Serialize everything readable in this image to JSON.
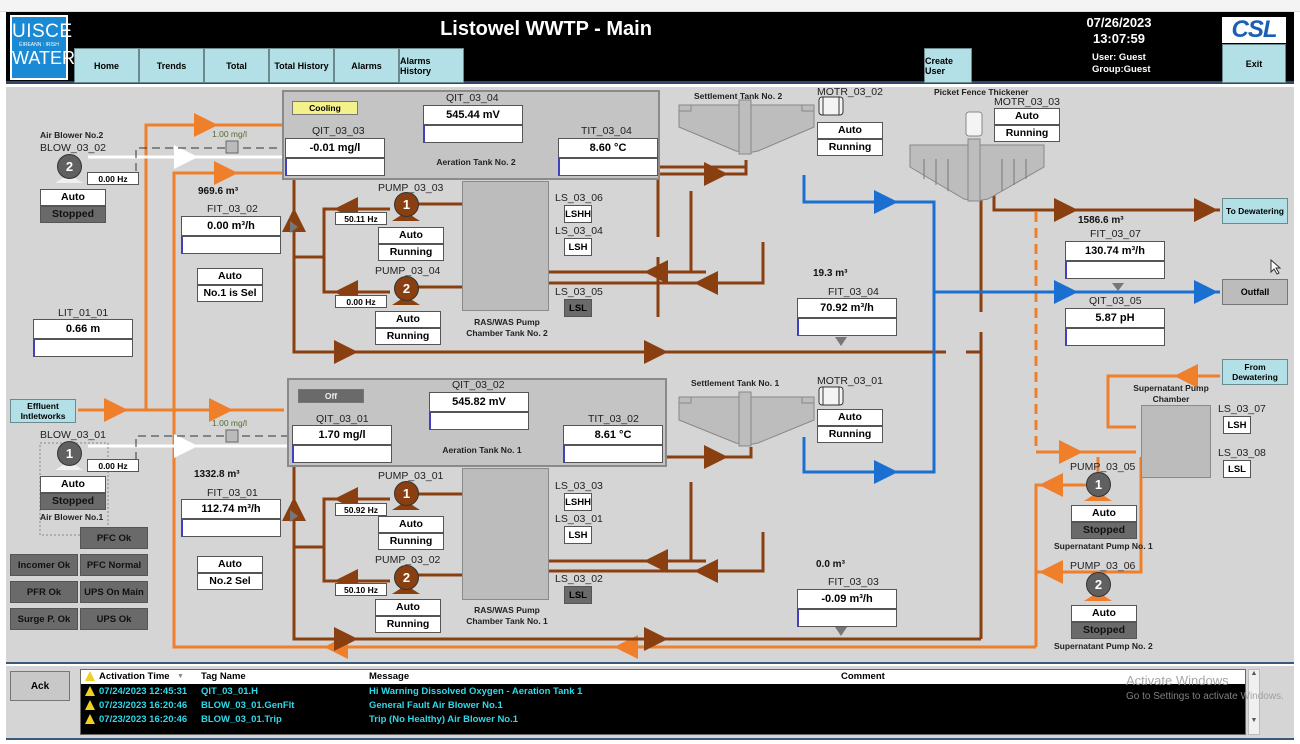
{
  "header": {
    "logo": {
      "line1": "UISCE",
      "line2": "ÉIREANN : IRISH",
      "line3": "WATER"
    },
    "title": "Listowel WWTP - Main",
    "nav": [
      "Home",
      "Trends",
      "Total",
      "Total History",
      "Alarms",
      "Alarms History"
    ],
    "create_user": "Create User",
    "date": "07/26/2023",
    "time": "13:07:59",
    "user": "User: Guest",
    "group": "Group:Guest",
    "brand": "CSL",
    "exit": "Exit"
  },
  "colors": {
    "sludge_pipe": "#8a3f10",
    "effluent_pipe": "#f07f2c",
    "treated_pipe": "#1a6fd0",
    "link_button": "#b3e0e6",
    "alarm_text": "#2fd8e8",
    "background": "#d5d5d5"
  },
  "blowers": {
    "blow2": {
      "title": "Air Blower No.2",
      "tag": "BLOW_03_02",
      "number": "2",
      "speed": "0.00 Hz",
      "mode": "Auto",
      "state": "Stopped",
      "do_setpoint": "1.00 mg/l"
    },
    "blow1": {
      "title": "Air Blower No.1",
      "tag": "BLOW_03_01",
      "number": "1",
      "speed": "0.00 Hz",
      "mode": "Auto",
      "state": "Stopped",
      "do_setpoint": "1.00 mg/l"
    }
  },
  "level": {
    "tag": "LIT_01_01",
    "value": "0.66 m"
  },
  "effluent_button": "Effluent Intletworks",
  "flow_in": {
    "fit2": {
      "total": "969.6 m³",
      "tag": "FIT_03_02",
      "value": "0.00 m³/h",
      "mode": "Auto",
      "sel": "No.1 is Sel"
    },
    "fit1": {
      "total": "1332.8 m³",
      "tag": "FIT_03_01",
      "value": "112.74 m³/h",
      "mode": "Auto",
      "sel": "No.2 Sel"
    }
  },
  "aeration2": {
    "name": "Aeration Tank No. 2",
    "status": "Cooling",
    "do": {
      "tag": "QIT_03_03",
      "value": "-0.01 mg/l"
    },
    "orp": {
      "tag": "QIT_03_04",
      "value": "545.44 mV"
    },
    "temp": {
      "tag": "TIT_03_04",
      "value": "8.60 °C"
    }
  },
  "aeration1": {
    "name": "Aeration Tank No. 1",
    "status": "Off",
    "do": {
      "tag": "QIT_03_01",
      "value": "1.70 mg/l"
    },
    "orp": {
      "tag": "QIT_03_02",
      "value": "545.82 mV"
    },
    "temp": {
      "tag": "TIT_03_02",
      "value": "8.61 °C"
    }
  },
  "ras2": {
    "name": "RAS/WAS Pump Chamber Tank No. 2",
    "pumpA": {
      "tag": "PUMP_03_03",
      "number": "1",
      "speed": "50.11 Hz",
      "mode": "Auto",
      "state": "Running"
    },
    "pumpB": {
      "tag": "PUMP_03_04",
      "number": "2",
      "speed": "0.00 Hz",
      "mode": "Auto",
      "state": "Running"
    },
    "ls_hh": {
      "tag": "LS_03_06",
      "value": "LSHH"
    },
    "ls_h": {
      "tag": "LS_03_04",
      "value": "LSH"
    },
    "ls_l": {
      "tag": "LS_03_05",
      "value": "LSL"
    }
  },
  "ras1": {
    "name": "RAS/WAS Pump Chamber Tank No. 1",
    "pumpA": {
      "tag": "PUMP_03_01",
      "number": "1",
      "speed": "50.92 Hz",
      "mode": "Auto",
      "state": "Running"
    },
    "pumpB": {
      "tag": "PUMP_03_02",
      "number": "2",
      "speed": "50.10 Hz",
      "mode": "Auto",
      "state": "Running"
    },
    "ls_hh": {
      "tag": "LS_03_03",
      "value": "LSHH"
    },
    "ls_h": {
      "tag": "LS_03_01",
      "value": "LSH"
    },
    "ls_l": {
      "tag": "LS_03_02",
      "value": "LSL"
    }
  },
  "settle2": {
    "name": "Settlement Tank No. 2",
    "motor": "MOTR_03_02",
    "mode": "Auto",
    "state": "Running"
  },
  "settle1": {
    "name": "Settlement Tank No. 1",
    "motor": "MOTR_03_01",
    "mode": "Auto",
    "state": "Running"
  },
  "thickener": {
    "name": "Picket Fence Thickener",
    "motor": "MOTR_03_03",
    "mode": "Auto",
    "state": "Running"
  },
  "fit4": {
    "total": "19.3 m³",
    "tag": "FIT_03_04",
    "value": "70.92 m³/h"
  },
  "fit3": {
    "total": "0.0 m³",
    "tag": "FIT_03_03",
    "value": "-0.09 m³/h"
  },
  "fit7": {
    "total": "1586.6 m³",
    "tag": "FIT_03_07",
    "value": "130.74 m³/h"
  },
  "ph": {
    "tag": "QIT_03_05",
    "value": "5.87 pH"
  },
  "links": {
    "to_dewatering": "To Dewatering",
    "outfall": "Outfall",
    "from_dewatering": "From Dewatering"
  },
  "supernatant": {
    "chamber": "Supernatant Pump Chamber",
    "ls_h": {
      "tag": "LS_03_07",
      "value": "LSH"
    },
    "ls_l": {
      "tag": "LS_03_08",
      "value": "LSL"
    },
    "pump1": {
      "tag": "PUMP_03_05",
      "number": "1",
      "mode": "Auto",
      "state": "Stopped",
      "name": "Supernatant Pump No. 1"
    },
    "pump2": {
      "tag": "PUMP_03_06",
      "number": "2",
      "mode": "Auto",
      "state": "Stopped",
      "name": "Supernatant Pump No. 2"
    }
  },
  "power_status": [
    "PFC Ok",
    "Incomer Ok",
    "PFC Normal",
    "PFR Ok",
    "UPS On Main",
    "Surge P. Ok",
    "UPS Ok"
  ],
  "alarms": {
    "ack": "Ack",
    "columns": [
      "Activation Time",
      "Tag Name",
      "Message",
      "Comment"
    ],
    "rows": [
      {
        "time": "07/24/2023 12:45:31",
        "tag": "QIT_03_01.H",
        "message": "Hi Warning Dissolved Oxygen - Aeration Tank 1",
        "comment": ""
      },
      {
        "time": "07/23/2023 16:20:46",
        "tag": "BLOW_03_01.GenFlt",
        "message": "General Fault Air Blower No.1",
        "comment": ""
      },
      {
        "time": "07/23/2023 16:20:46",
        "tag": "BLOW_03_01.Trip",
        "message": "Trip (No Healthy) Air Blower No.1",
        "comment": ""
      }
    ]
  },
  "watermark": {
    "line1": "Activate Windows",
    "line2": "Go to Settings to activate Windows."
  }
}
